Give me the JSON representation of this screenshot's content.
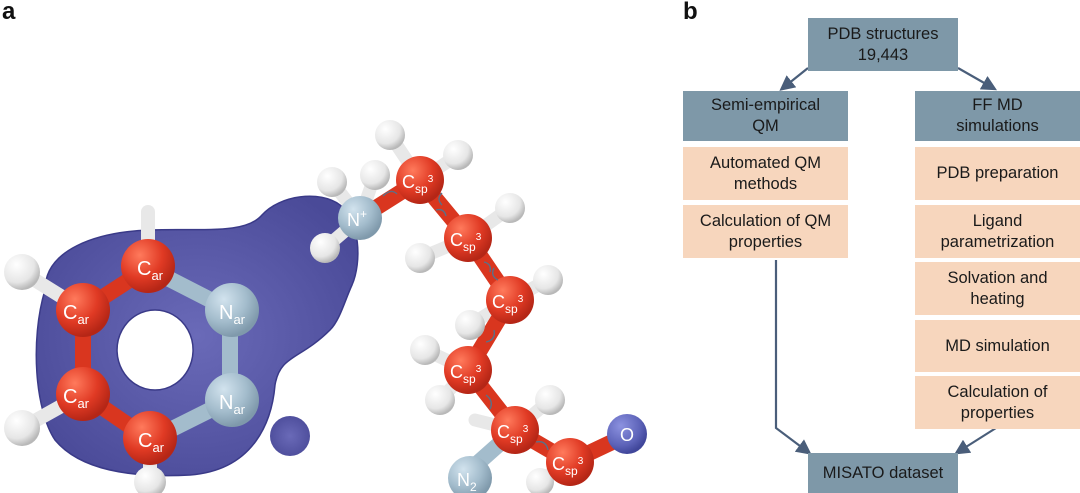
{
  "panels": {
    "a": "a",
    "b": "b"
  },
  "colors": {
    "surface": "#5c5ca8",
    "carbon": "#e03a24",
    "nitrogen": "#a3bccc",
    "hydrogen": "#e8e8e8",
    "oxygen": "#5c62b8",
    "bond_carbon": "#d9361f",
    "box_header": "#7e98a8",
    "box_step": "#f7d6bd",
    "arrow": "#4a5e7a"
  },
  "molecule": {
    "ring_labels": {
      "c_ar": "C",
      "c_ar_sub": "ar",
      "n_ar": "N",
      "n_ar_sub": "ar"
    },
    "chain_labels": {
      "n_plus": "N",
      "n_plus_sup": "+",
      "c_sp3": "C",
      "c_sp3_sub": "sp",
      "c_sp3_sup": "3",
      "n2": "N",
      "n2_sub": "2",
      "o": "O"
    }
  },
  "flowchart": {
    "top": "PDB structures\n19,443",
    "left_header": "Semi-empirical\nQM",
    "right_header": "FF MD\nsimulations",
    "left_steps": [
      "Automated QM\nmethods",
      "Calculation of QM\nproperties"
    ],
    "right_steps": [
      "PDB preparation",
      "Ligand\nparametrization",
      "Solvation and\nheating",
      "MD simulation",
      "Calculation of\nproperties"
    ],
    "bottom": "MISATO dataset"
  }
}
